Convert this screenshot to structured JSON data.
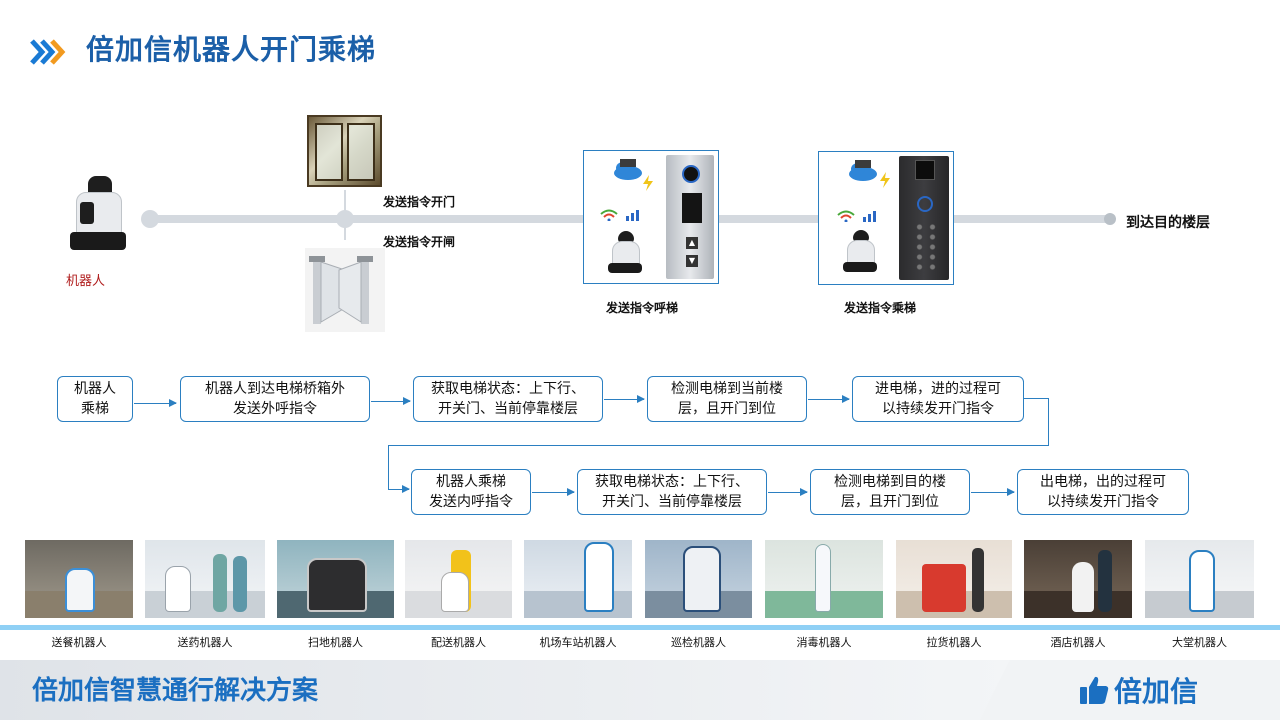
{
  "header": {
    "title": "倍加信机器人开门乘梯"
  },
  "timeline": {
    "robot_label": "机器人",
    "step_door": "发送指令开门",
    "step_gate": "发送指令开闸",
    "step_call": "发送指令呼梯",
    "step_ride": "发送指令乘梯",
    "destination": "到达目的楼层"
  },
  "flow": {
    "row1": [
      "机器人\n乘梯",
      "机器人到达电梯桥箱外\n发送外呼指令",
      "获取电梯状态：上下行、\n开关门、当前停靠楼层",
      "检测电梯到当前楼\n层，且开门到位",
      "进电梯，进的过程可\n以持续发开门指令"
    ],
    "row2": [
      "机器人乘梯\n发送内呼指令",
      "获取电梯状态：上下行、\n开关门、当前停靠楼层",
      "检测电梯到目的楼\n层，且开门到位",
      "出电梯，出的过程可\n以持续发开门指令"
    ]
  },
  "gallery": [
    "送餐机器人",
    "送药机器人",
    "扫地机器人",
    "配送机器人",
    "机场车站机器人",
    "巡检机器人",
    "消毒机器人",
    "拉货机器人",
    "酒店机器人",
    "大堂机器人"
  ],
  "footer": {
    "slogan": "倍加信智慧通行解决方案",
    "brand": "倍加信",
    "brand_icon": "thumbs-up-icon"
  },
  "colors": {
    "title_blue": "#1b5fa8",
    "accent_blue": "#2b7fc1",
    "robot_label_red": "#b01d1d",
    "chevron_blue": "#1a7ad4",
    "chevron_orange": "#f29a1f"
  }
}
